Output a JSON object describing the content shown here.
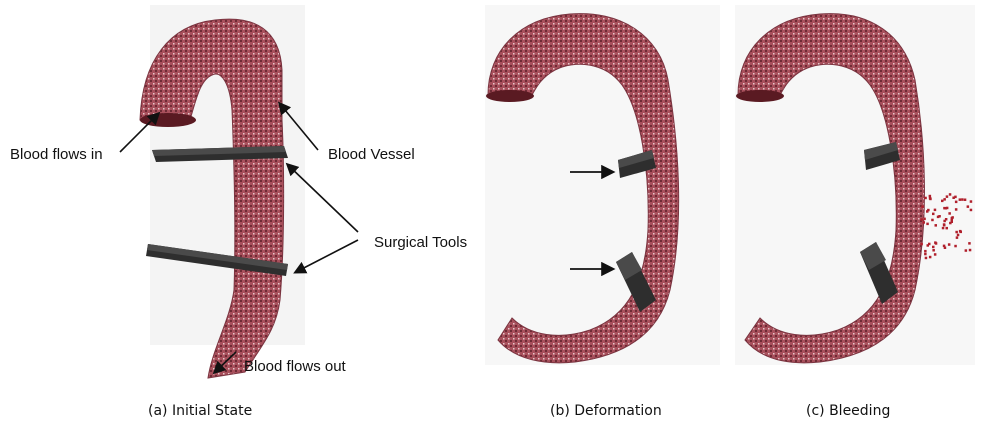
{
  "annotations": {
    "blood_flows_in": "Blood flows in",
    "blood_vessel": "Blood Vessel",
    "surgical_tools": "Surgical Tools",
    "blood_flows_out": "Blood flows out"
  },
  "captions": {
    "a": "(a) Initial State",
    "b": "(b) Deformation",
    "c": "(c) Bleeding"
  },
  "colors": {
    "vessel": "#a8505c",
    "vessel_dark": "#6e2b35",
    "tool": "#3a3a3a",
    "blood": "#b0202c",
    "arrow": "#111111"
  }
}
